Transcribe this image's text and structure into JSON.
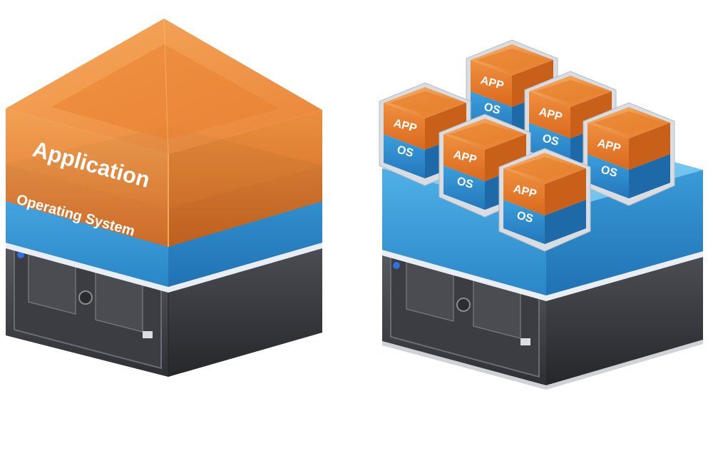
{
  "left_stack": {
    "application_label": "Application",
    "os_label": "Operating System"
  },
  "right_stack": {
    "vm_boxes": [
      {
        "app_label": "APP",
        "os_label": "OS"
      },
      {
        "app_label": "APP",
        "os_label": "OS"
      },
      {
        "app_label": "APP",
        "os_label": "OS"
      },
      {
        "app_label": "APP",
        "os_label": "OS"
      },
      {
        "app_label": "APP",
        "os_label": "OS"
      },
      {
        "app_label": "APP",
        "os_label": "OS"
      }
    ]
  },
  "colors": {
    "orange": "#e8772a",
    "orange_light": "#f5a24e",
    "blue": "#3a9bd8",
    "blue_light": "#8fd0f2",
    "server_dark": "#3a3b40",
    "server_light": "#6b6d74",
    "led_blue": "#2f6fe0"
  }
}
